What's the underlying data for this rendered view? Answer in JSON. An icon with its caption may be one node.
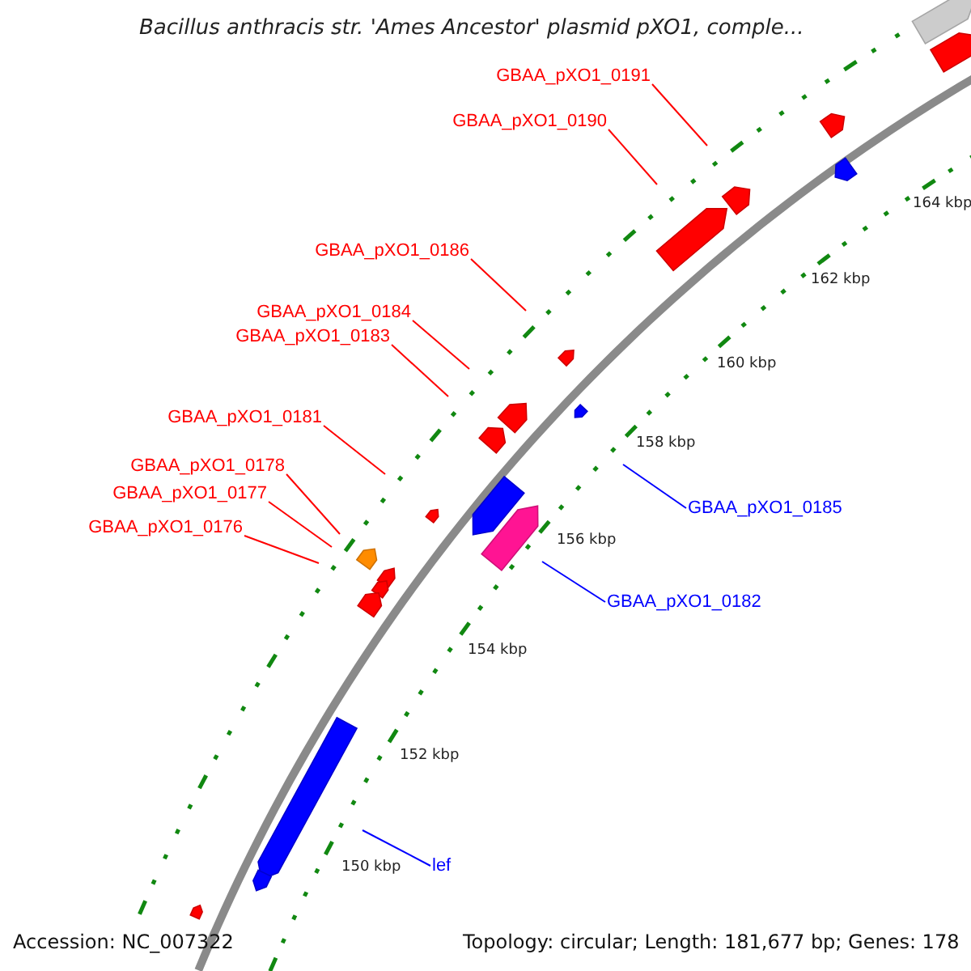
{
  "diagram": {
    "title": "Bacillus anthracis str. 'Ames Ancestor' plasmid pXO1, comple...",
    "nodes": [
      {
        "text": [
          "GBAA_pXO1_0191"
        ]
      },
      {
        "text": [
          "GBAA_pXO1_0190"
        ]
      },
      {
        "text": [
          "GBAA_pXO1_0186"
        ]
      },
      {
        "text": [
          "GBAA_pXO1_0184"
        ]
      },
      {
        "text": [
          "GBAA_pXO1_0183"
        ]
      },
      {
        "text": [
          "GBAA_pXO1_0181"
        ]
      },
      {
        "text": [
          "GBAA_pXO1_0178"
        ]
      },
      {
        "text": [
          "GBAA_pXO1_0177"
        ]
      },
      {
        "text": [
          "GBAA_pXO1_0185"
        ]
      },
      {
        "text": [
          "GBAA_pXO1_0176"
        ]
      },
      {
        "text": [
          "GBAA_pXO1_0182"
        ]
      },
      {
        "text": [
          "lef"
        ]
      }
    ],
    "edges": [
      {
        "from": 0,
        "to": null,
        "arrow": "none"
      },
      {
        "from": 1,
        "to": null,
        "arrow": "none"
      },
      {
        "from": 2,
        "to": null,
        "arrow": "none"
      },
      {
        "from": 3,
        "to": null,
        "arrow": "none"
      },
      {
        "from": 4,
        "to": null,
        "arrow": "none"
      },
      {
        "from": 5,
        "to": null,
        "arrow": "none"
      },
      {
        "from": 6,
        "to": null,
        "arrow": "none"
      },
      {
        "from": 7,
        "to": null,
        "arrow": "none"
      },
      {
        "from": 8,
        "to": null,
        "arrow": "none",
        "color": "#0000ff"
      },
      {
        "from": 9,
        "to": null,
        "arrow": "none"
      },
      {
        "from": 10,
        "to": null,
        "arrow": "none",
        "color": "#0000ff"
      },
      {
        "from": 11,
        "to": null,
        "arrow": "none",
        "color": "#0000ff"
      }
    ],
    "labels": [
      "164 kbp",
      "162 kbp",
      "160 kbp",
      "158 kbp",
      "156 kbp",
      "154 kbp",
      "152 kbp",
      "150 kbp",
      "Accession: NC_007322",
      "Topology: circular; Length: 181,677 bp; Genes: 178"
    ]
  }
}
